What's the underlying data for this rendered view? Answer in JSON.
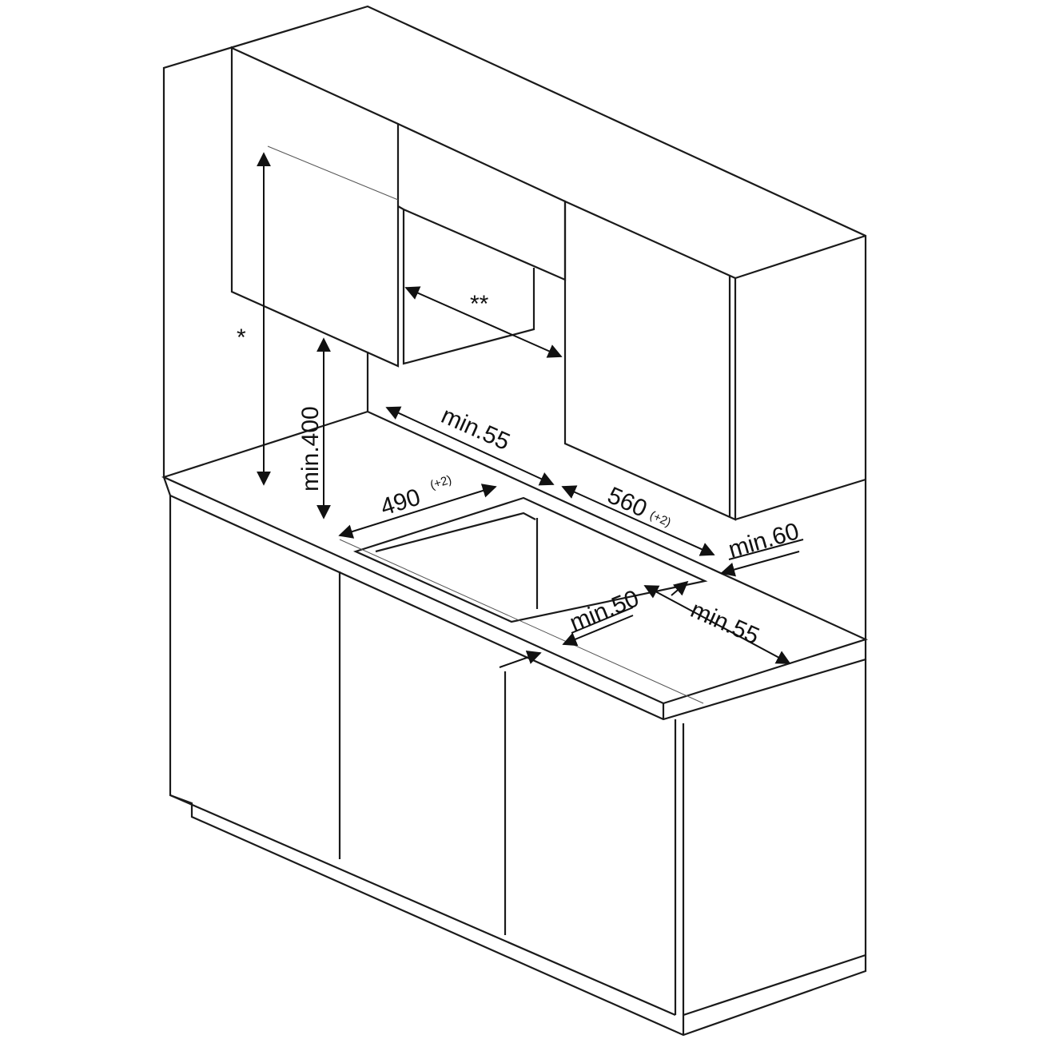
{
  "labels": {
    "wall_cabinet_height": "*",
    "hood_width": "**",
    "min_400": "min.400",
    "min_55_back": "min.55",
    "width_490": "490",
    "tol_490": "(+2)",
    "width_560": "560",
    "tol_560": "(+2)",
    "min_60": "min.60",
    "min_50": "min.50",
    "min_55_side": "min.55"
  },
  "colors": {
    "line": "#1a1a1a",
    "background": "#ffffff"
  }
}
